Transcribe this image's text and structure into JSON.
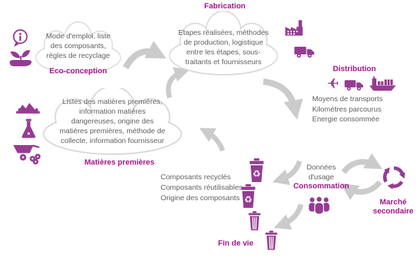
{
  "colors": {
    "accent_magenta": "#a6168c",
    "icon_purple": "#953c92",
    "text_gray": "#5e5e5e",
    "arrow_gray": "#cbcbcb",
    "cloud_border": "#d9d9d9"
  },
  "eco": {
    "label": "Eco-conception",
    "cloud_text": "Mode d'emploi, liste\ndes composants,\nrègles de recyclage"
  },
  "fabrication": {
    "label": "Fabrication",
    "cloud_text": "Etapes réalisées, méthodes\nde production, logistique\nentre les étapes, sous-\ntraitants et fournisseurs"
  },
  "distribution": {
    "label": "Distribution",
    "details": "Moyens de transports\nKilomètres parcourus\nEnergie consommée"
  },
  "matieres_premieres": {
    "label": "Matières premières",
    "cloud_text": "Listes des matières premières,\ninformation matières\ndangereuses, origine des\nmatières premières, méthode de\ncollecte, information fournisseur"
  },
  "consommation": {
    "label": "Consommation",
    "usage": "Données\nd'usage"
  },
  "composants": {
    "details": "Composants recyclés\nComposants réutilisables\nOrigine des composants"
  },
  "fin_de_vie": {
    "label": "Fin de vie"
  },
  "marche_secondaire": {
    "label": "Marché\nsecondaire"
  }
}
